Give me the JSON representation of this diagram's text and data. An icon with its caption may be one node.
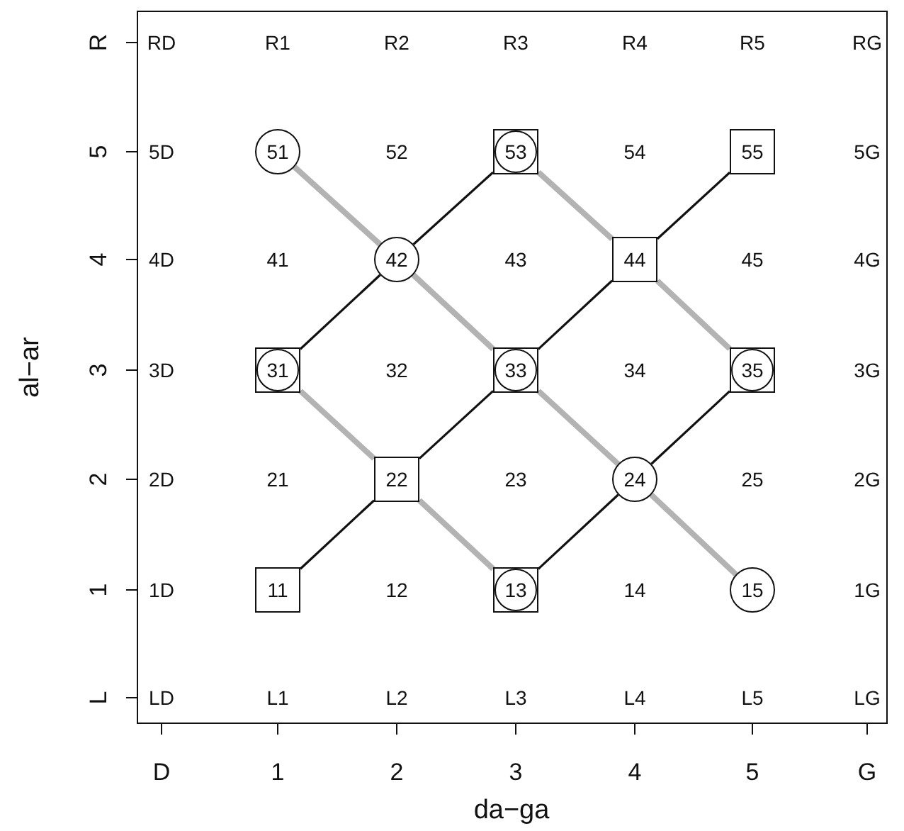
{
  "diagram": {
    "nodes": [
      {
        "text": [
          "51"
        ]
      },
      {
        "text": [
          "53"
        ]
      },
      {
        "text": [
          "55"
        ]
      },
      {
        "text": [
          "42"
        ]
      },
      {
        "text": [
          "44"
        ]
      },
      {
        "text": [
          "31"
        ]
      },
      {
        "text": [
          "33"
        ]
      },
      {
        "text": [
          "35"
        ]
      },
      {
        "text": [
          "22"
        ]
      },
      {
        "text": [
          "24"
        ]
      },
      {
        "text": [
          "11"
        ]
      },
      {
        "text": [
          "13"
        ]
      },
      {
        "text": [
          "15"
        ]
      }
    ],
    "edges": [
      {
        "from": 10,
        "to": 8,
        "arrow": "none"
      },
      {
        "from": 8,
        "to": 6,
        "arrow": "none"
      },
      {
        "from": 6,
        "to": 4,
        "arrow": "none"
      },
      {
        "from": 4,
        "to": 2,
        "arrow": "none"
      },
      {
        "from": 5,
        "to": 3,
        "arrow": "none"
      },
      {
        "from": 3,
        "to": 1,
        "arrow": "none"
      },
      {
        "from": 11,
        "to": 9,
        "arrow": "none"
      },
      {
        "from": 9,
        "to": 7,
        "arrow": "none"
      },
      {
        "from": 0,
        "to": 3,
        "arrow": "none",
        "style": "thick",
        "color": "#b3b3b3"
      },
      {
        "from": 3,
        "to": 6,
        "arrow": "none",
        "style": "thick",
        "color": "#b3b3b3"
      },
      {
        "from": 6,
        "to": 9,
        "arrow": "none",
        "style": "thick",
        "color": "#b3b3b3"
      },
      {
        "from": 9,
        "to": 12,
        "arrow": "none",
        "style": "thick",
        "color": "#b3b3b3"
      },
      {
        "from": 5,
        "to": 8,
        "arrow": "none",
        "style": "thick",
        "color": "#b3b3b3"
      },
      {
        "from": 8,
        "to": 11,
        "arrow": "none",
        "style": "thick",
        "color": "#b3b3b3"
      },
      {
        "from": 1,
        "to": 4,
        "arrow": "none",
        "style": "thick",
        "color": "#b3b3b3"
      },
      {
        "from": 4,
        "to": 7,
        "arrow": "none",
        "style": "thick",
        "color": "#b3b3b3"
      }
    ],
    "labels": [
      "RD",
      "R1",
      "R2",
      "R3",
      "R4",
      "R5",
      "RG",
      "5D",
      "52",
      "54",
      "5G",
      "4D",
      "41",
      "43",
      "45",
      "4G",
      "3D",
      "32",
      "34",
      "3G",
      "2D",
      "21",
      "23",
      "25",
      "2G",
      "1D",
      "12",
      "14",
      "1G",
      "LD",
      "L1",
      "L2",
      "L3",
      "L4",
      "L5",
      "LG",
      "R",
      "5",
      "4",
      "3",
      "2",
      "1",
      "L",
      "D",
      "1",
      "2",
      "3",
      "4",
      "5",
      "G",
      "al−ar",
      "da−ga"
    ]
  }
}
